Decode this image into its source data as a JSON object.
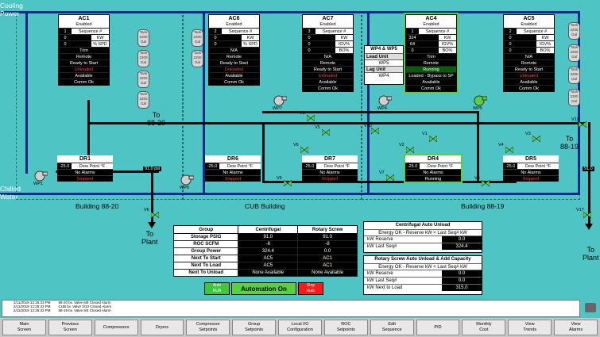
{
  "labels": {
    "cooling_power": "Cooling\nPower",
    "chilled_water": "Chilled\nWater",
    "to_88_20": "To\n88-20",
    "to_88_19": "To\n88-19",
    "to_plant_left": "To\nPlant",
    "to_plant_right": "To\nPlant",
    "building_88_20": "Building 88-20",
    "cub_building": "CUB Building",
    "building_88_19": "Building 88-19",
    "psi_value": "91.0 psi",
    "psi_value_right": "91.0"
  },
  "tank_label": "Tank\n2200\nGal",
  "compressors": [
    {
      "name": "AC1",
      "status": "Enabled",
      "seq_num": "1",
      "seq_label": "Sequence #",
      "r1v": "0",
      "r1u": "KW",
      "r2v": "0",
      "r2u": "% SPD",
      "mode": "Trim",
      "control": "Remote",
      "state": "Ready to Start",
      "load": "Unloaded",
      "avail": "Available",
      "comm": "Comm Ok"
    },
    {
      "name": "AC6",
      "status": "Enabled",
      "seq_num": "2",
      "seq_label": "Sequence #",
      "r1v": "0",
      "r1u": "KW",
      "r2v": "0",
      "r2u": "% SPD",
      "mode": "N/A",
      "control": "Remote",
      "state": "Ready to Start",
      "load": "Unloaded",
      "avail": "Available",
      "comm": "Comm Ok"
    },
    {
      "name": "AC7",
      "status": "Enabled",
      "seq_num": "3",
      "seq_label": "Sequence #",
      "r1v": "0",
      "r1u": "KW",
      "r2v": "0",
      "r2u": "IGV%",
      "r3v": "0",
      "r3u": "BO%",
      "mode": "N/A",
      "control": "Remote",
      "state": "Ready to Start",
      "load": "Unloaded",
      "avail": "Available",
      "comm": "Comm Ok"
    },
    {
      "name": "AC4",
      "status": "Enabled",
      "seq_num": "1",
      "seq_label": "Sequence #",
      "r1v": "324",
      "r1u": "KW",
      "r2v": "64",
      "r2u": "IGV%",
      "r3v": "0",
      "r3u": "BO%",
      "mode": "Trim",
      "control": "Remote",
      "state": "Running",
      "load": "Loaded - Bypass to SP",
      "avail": "Available",
      "comm": "Comm Ok"
    },
    {
      "name": "AC5",
      "status": "Enabled",
      "seq_num": "2",
      "seq_label": "Sequence #",
      "r1v": "0",
      "r1u": "KW",
      "r2v": "0",
      "r2u": "IGV%",
      "r3v": "0",
      "r3u": "BO%",
      "mode": "N/A",
      "control": "Remote",
      "state": "Ready to Start",
      "load": "Unloaded",
      "avail": "Available",
      "comm": "Comm Ok"
    }
  ],
  "lead_lag": {
    "title": "WP4 & WP5",
    "lead_label": "Lead Unit",
    "lead_value": "WP5",
    "lag_label": "Lag Unit",
    "lag_value": "WP4"
  },
  "dryers": [
    {
      "name": "DR1",
      "value": "-25.0",
      "label": "Dew Point °F",
      "alarms": "No Alarms",
      "state": "Stopped"
    },
    {
      "name": "DR6",
      "value": "-25.0",
      "label": "Dew Point °F",
      "alarms": "No Alarms",
      "state": "Stopped"
    },
    {
      "name": "DR7",
      "value": "-25.0",
      "label": "Dew Point °F",
      "alarms": "No Alarms",
      "state": "Stopped"
    },
    {
      "name": "DR4",
      "value": "-25.0",
      "label": "Dew Point °F",
      "alarms": "No Alarms",
      "state": "Running"
    },
    {
      "name": "DR5",
      "value": "-25.0",
      "label": "Dew Point °F",
      "alarms": "No Alarms",
      "state": "Stopped"
    }
  ],
  "pumps": [
    "WP1",
    "WP6",
    "WP7",
    "WP4",
    "WP5"
  ],
  "valves": [
    "V3",
    "V5",
    "V6",
    "V9",
    "V10",
    "V1",
    "V2",
    "V3",
    "V4",
    "V7",
    "V8",
    "V11",
    "V17",
    "V6"
  ],
  "group_table": {
    "headers": [
      "Group",
      "Centrifugal",
      "Rotary Screw"
    ],
    "rows": [
      [
        "Storage PSIG",
        "91.0",
        "91.0"
      ],
      [
        "ROC SCFM",
        "-8",
        "-8"
      ],
      [
        "Group Power",
        "324.4",
        "0.0"
      ],
      [
        "Next To Start",
        "AC5",
        "AC1"
      ],
      [
        "Next To Load",
        "AC5",
        "AC1"
      ],
      [
        "Next To Unload",
        "None Available",
        "None Available"
      ]
    ]
  },
  "automation": {
    "left_btn": "Auto\nRUN",
    "status": "Automation On",
    "right_btn": "Stop\nAuto"
  },
  "centrifugal_unload": {
    "title": "Centrifugal Auto Unload",
    "msg": "Energy OK - Reserve kW < Last Seq# kW",
    "reserve_label": "kW Reserve",
    "reserve_value": "0.0",
    "last_label": "kW Last Seq#",
    "last_value": "324.4"
  },
  "rotary_unload": {
    "title": "Rotary Screw Auto Unload & Add Capacity",
    "msg": "Energy OK - Reserve kW < Last Seq# kW",
    "reserve_label": "kW Reserve",
    "reserve_value": "0.0",
    "last_label": "kW Last Seq#",
    "last_value": "0.0",
    "next_label": "kW Next to Load",
    "next_value": "315.0"
  },
  "log": [
    {
      "time": "2/11/2019 12:25:33 PM",
      "text": "88-20 bv. Valve 6/8 Closed Alarm"
    },
    {
      "time": "2/11/2019 12:25:33 PM",
      "text": "CUB bv. Valve 3/10 Closed Alarm"
    },
    {
      "time": "2/11/2019 12:25:33 PM",
      "text": "88-19 bv. Valve 9/4 Closed Alarm"
    }
  ],
  "nav_buttons": [
    "Main\nScreen",
    "Previous\nScreen",
    "Compressors",
    "Dryers",
    "Compressor\nSetpoints",
    "Group\nSetpoints",
    "Local I/O\nConfiguration",
    "ROC\nSetpoints",
    "Edit\nSequence",
    "PID",
    "Monthly\nCost",
    "View\nTrends",
    "View\nAlarms"
  ],
  "colors": {
    "background": "#4fc4c4",
    "pipe_blue": "#0a2a8a",
    "highlight": "#58d13e",
    "alarm_red": "#ff3a3a"
  }
}
